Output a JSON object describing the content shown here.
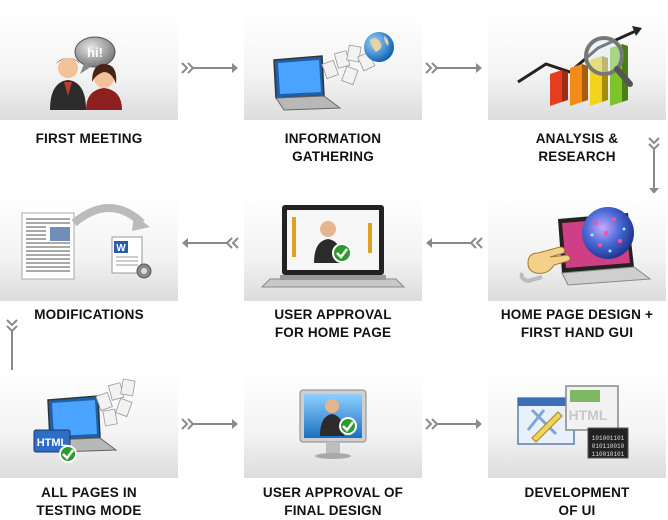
{
  "steps": [
    {
      "id": "first-meeting",
      "lines": [
        "FIRST MEETING"
      ],
      "icon": "meeting-people-icon"
    },
    {
      "id": "information-gathering",
      "lines": [
        "INFORMATION",
        "GATHERING"
      ],
      "icon": "laptop-documents-globe-icon"
    },
    {
      "id": "analysis-research",
      "lines": [
        "ANALYSIS &",
        "RESEARCH"
      ],
      "icon": "bar-chart-magnifier-icon"
    },
    {
      "id": "modifications",
      "lines": [
        "MODIFICATIONS"
      ],
      "icon": "document-edit-icon"
    },
    {
      "id": "user-approval-home",
      "lines": [
        "USER APPROVAL",
        "FOR HOME PAGE"
      ],
      "icon": "laptop-user-check-icon"
    },
    {
      "id": "home-page-design",
      "lines": [
        "HOME PAGE DESIGN +",
        "FIRST HAND GUI"
      ],
      "icon": "laptop-globe-hand-icon"
    },
    {
      "id": "all-pages-testing",
      "lines": [
        "ALL PAGES IN",
        "TESTING MODE"
      ],
      "icon": "laptop-html-check-icon"
    },
    {
      "id": "user-approval-final",
      "lines": [
        "USER APPROVAL OF",
        "FINAL DESIGN"
      ],
      "icon": "monitor-user-check-icon"
    },
    {
      "id": "development-ui",
      "lines": [
        "DEVELOPMENT",
        "OF UI"
      ],
      "icon": "html-code-windows-icon"
    }
  ],
  "colors": {
    "arrow": "#8a8a8a",
    "tile_top": "#ffffff",
    "tile_bottom": "#dcdcdc",
    "text": "#111111"
  }
}
